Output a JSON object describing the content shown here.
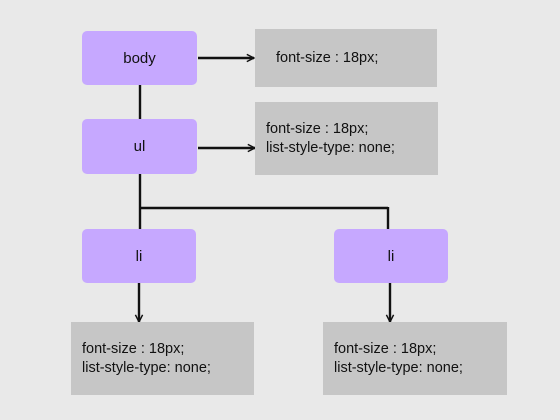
{
  "tree": {
    "body": {
      "label": "body",
      "styles": [
        "font-size : 18px;"
      ]
    },
    "ul": {
      "label": "ul",
      "styles": [
        "font-size : 18px;",
        "list-style-type: none;"
      ]
    },
    "li_left": {
      "label": "li",
      "styles": [
        "font-size : 18px;",
        "list-style-type: none;"
      ]
    },
    "li_right": {
      "label": "li",
      "styles": [
        "font-size : 18px;",
        "list-style-type: none;"
      ]
    }
  },
  "colors": {
    "background": "#e9e9e9",
    "node_fill": "#c6a8ff",
    "style_box_fill": "#c6c6c6",
    "connector": "#111111"
  }
}
